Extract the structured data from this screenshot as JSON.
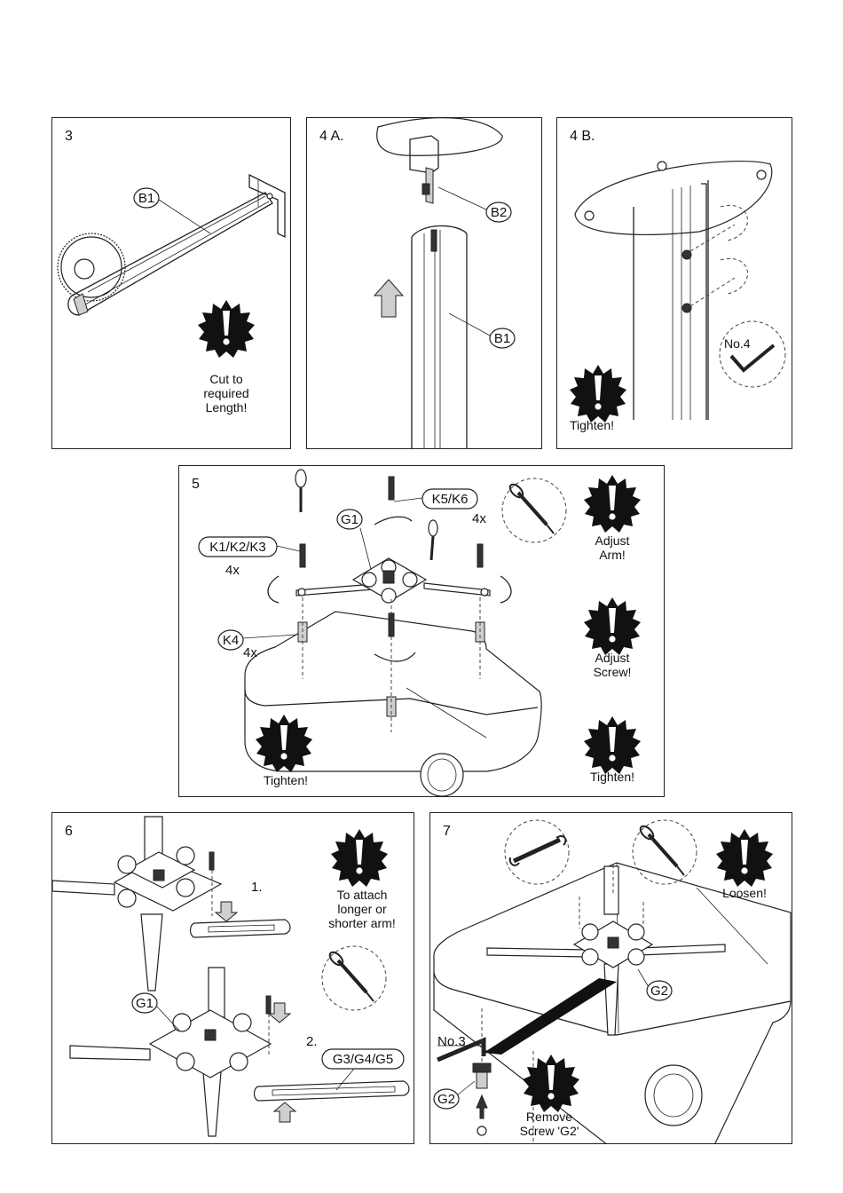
{
  "panels": {
    "p3": {
      "number": "3",
      "parts": {
        "b1": "B1"
      },
      "warning": [
        "Cut to",
        "required",
        "Length!"
      ]
    },
    "p4a": {
      "number": "4 A.",
      "parts": {
        "b2": "B2",
        "b1": "B1"
      }
    },
    "p4b": {
      "number": "4 B.",
      "tool": "No.4",
      "warning": [
        "Tighten!"
      ]
    },
    "p5": {
      "number": "5",
      "parts": {
        "k5k6": "K5/K6",
        "k5k6_qty": "4x",
        "g1": "G1",
        "k1k2k3": "K1/K2/K3",
        "k1k2k3_qty": "4x",
        "k4": "K4",
        "k4_qty": "4x"
      },
      "warnings": {
        "adjust_arm": [
          "Adjust",
          "Arm!"
        ],
        "adjust_screw": [
          "Adjust",
          "Screw!"
        ],
        "tighten_right": [
          "Tighten!"
        ],
        "tighten_left": [
          "Tighten!"
        ]
      }
    },
    "p6": {
      "number": "6",
      "steps": {
        "one": "1.",
        "two": "2."
      },
      "parts": {
        "g1": "G1",
        "g3g4g5": "G3/G4/G5"
      },
      "warning": [
        "To attach",
        "longer or",
        "shorter arm!"
      ]
    },
    "p7": {
      "number": "7",
      "tool": "No.3",
      "parts": {
        "g2_top": "G2",
        "g2_bottom": "G2"
      },
      "warnings": {
        "loosen": [
          "Loosen!"
        ],
        "remove": [
          "Remove",
          "Screw 'G2'"
        ]
      }
    }
  }
}
